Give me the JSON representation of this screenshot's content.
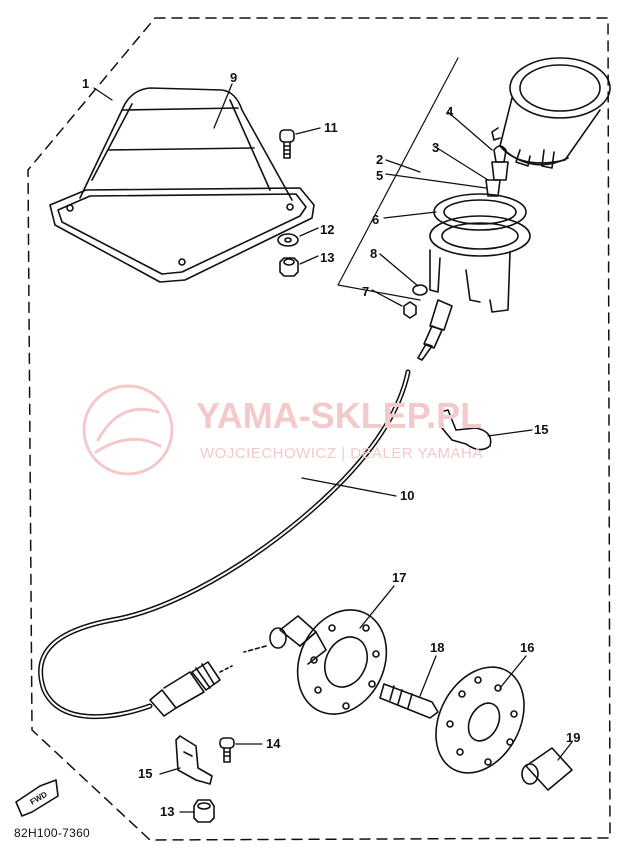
{
  "diagram": {
    "code": "82H100-7360",
    "fwd_label": "FWD",
    "watermark": {
      "title": "YAMA-SKLEP.PL",
      "subtitle": "WOJCIECHOWICZ | DEALER YAMAHA"
    },
    "callouts": [
      "1",
      "9",
      "11",
      "12",
      "13",
      "4",
      "3",
      "2",
      "5",
      "6",
      "8",
      "7",
      "15",
      "10",
      "17",
      "18",
      "16",
      "14",
      "15",
      "13",
      "19"
    ]
  }
}
